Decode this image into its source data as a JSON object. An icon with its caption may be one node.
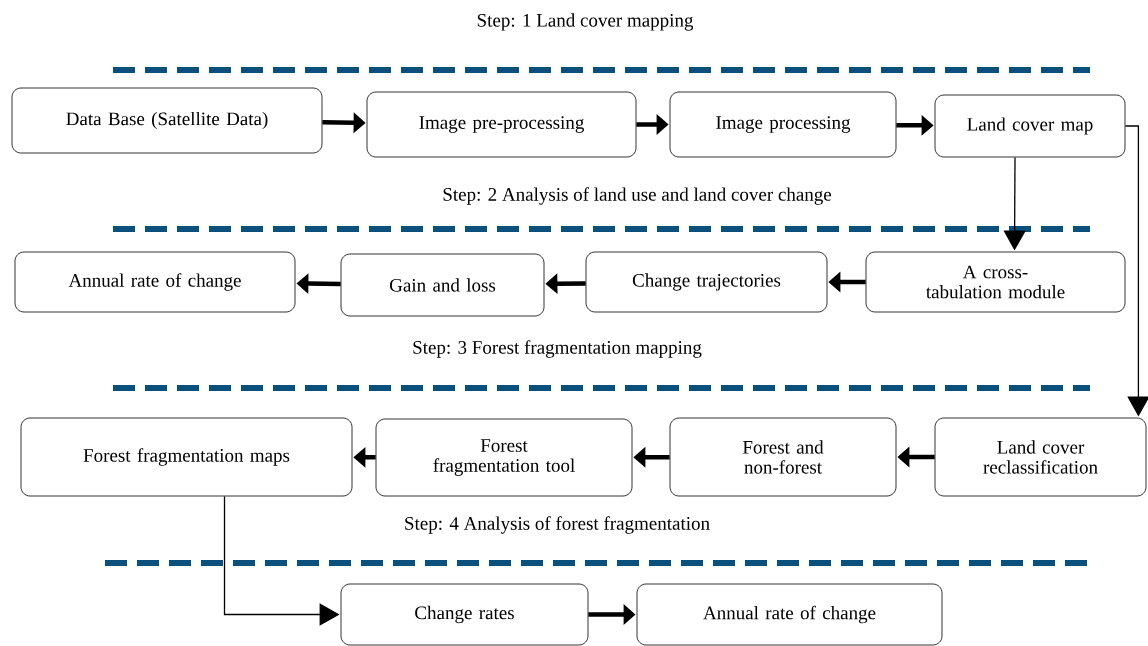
{
  "diagram": {
    "nodes": [
      {
        "text": [
          "Data Base (Satellite Data)"
        ]
      },
      {
        "text": [
          "Image pre-processing"
        ]
      },
      {
        "text": [
          "Image processing"
        ]
      },
      {
        "text": [
          "Land cover map"
        ]
      },
      {
        "text": [
          "A cross-tabulation module"
        ]
      },
      {
        "text": [
          "Change trajectories"
        ]
      },
      {
        "text": [
          "Gain and loss"
        ]
      },
      {
        "text": [
          "Annual rate of change"
        ]
      },
      {
        "text": [
          "Land cover reclassification"
        ]
      },
      {
        "text": [
          "Forest and non-forest"
        ]
      },
      {
        "text": [
          "Forest fragmentation tool"
        ]
      },
      {
        "text": [
          "Forest fragmentation maps"
        ]
      },
      {
        "text": [
          "Change rates"
        ]
      },
      {
        "text": [
          "Annual rate of change"
        ]
      }
    ],
    "edges": [
      {
        "from": 0,
        "to": 1,
        "arrow": "to"
      },
      {
        "from": 1,
        "to": 2,
        "arrow": "to"
      },
      {
        "from": 2,
        "to": 3,
        "arrow": "to"
      },
      {
        "from": 3,
        "to": 4,
        "arrow": "to"
      },
      {
        "from": 3,
        "to": 8,
        "arrow": "to"
      },
      {
        "from": 4,
        "to": 5,
        "arrow": "to"
      },
      {
        "from": 5,
        "to": 6,
        "arrow": "to"
      },
      {
        "from": 6,
        "to": 7,
        "arrow": "to"
      },
      {
        "from": 8,
        "to": 9,
        "arrow": "to"
      },
      {
        "from": 9,
        "to": 10,
        "arrow": "to"
      },
      {
        "from": 10,
        "to": 11,
        "arrow": "to"
      },
      {
        "from": 11,
        "to": 12,
        "arrow": "to"
      },
      {
        "from": 12,
        "to": 13,
        "arrow": "to"
      }
    ],
    "labels": [
      "Step: 1 Land cover mapping",
      "Step: 2 Analysis of land use and land cover change",
      "Step: 3 Forest fragmentation mapping",
      "Step: 4 Analysis of forest fragmentation"
    ]
  }
}
